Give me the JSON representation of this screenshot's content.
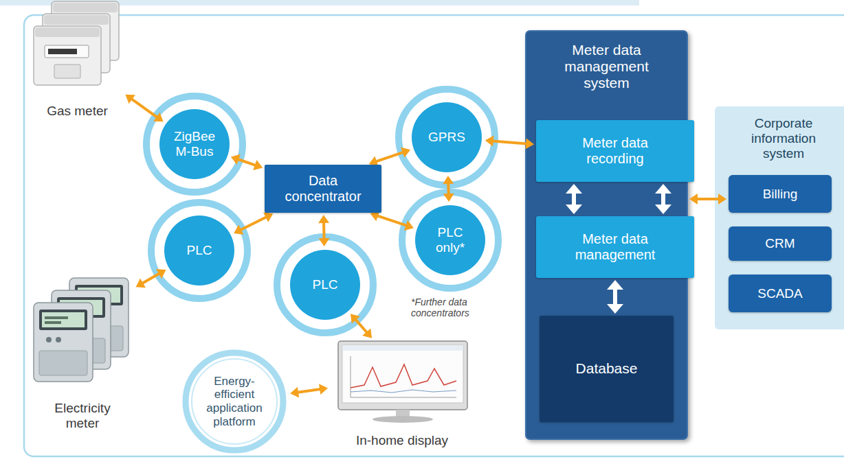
{
  "diagram": {
    "nodes": [
      {
        "text": [
          "Gas meter"
        ]
      },
      {
        "text": [
          "ZigBee M-Bus"
        ]
      },
      {
        "text": [
          "GPRS"
        ]
      },
      {
        "text": [
          "Meter data management system"
        ]
      },
      {
        "text": [
          "Meter data recording"
        ],
        "in": 3
      },
      {
        "text": [
          "Meter data management"
        ],
        "in": 3
      },
      {
        "text": [
          "Database"
        ],
        "in": 3
      },
      {
        "text": [
          "Corporate information system"
        ]
      },
      {
        "text": [
          "Billing"
        ],
        "in": 7
      },
      {
        "text": [
          "CRM"
        ],
        "in": 7
      },
      {
        "text": [
          "SCADA"
        ],
        "in": 7
      },
      {
        "text": [
          "Data concentrator"
        ]
      },
      {
        "text": [
          "PLC"
        ]
      },
      {
        "text": [
          "PLC"
        ]
      },
      {
        "text": [
          "PLC only*"
        ]
      },
      {
        "text": [
          "Electricity meter"
        ]
      },
      {
        "text": [
          "Energy-efficient application platform"
        ]
      },
      {
        "text": [
          "In-home display"
        ]
      }
    ],
    "edges": [
      {
        "from": 0,
        "to": 1,
        "arrow": "both"
      },
      {
        "from": 1,
        "to": 11,
        "arrow": "both"
      },
      {
        "from": 11,
        "to": 2,
        "arrow": "both"
      },
      {
        "from": 11,
        "to": 12,
        "arrow": "both"
      },
      {
        "from": 11,
        "to": 13,
        "arrow": "both"
      },
      {
        "from": 11,
        "to": 14,
        "arrow": "both"
      },
      {
        "from": 2,
        "to": 14,
        "arrow": "both"
      },
      {
        "from": 2,
        "to": 4,
        "arrow": "both"
      },
      {
        "from": 4,
        "to": 5,
        "arrow": "both"
      },
      {
        "from": 4,
        "to": 5,
        "arrow": "both"
      },
      {
        "from": 5,
        "to": 6,
        "arrow": "both"
      },
      {
        "from": 3,
        "to": 8,
        "arrow": "both"
      },
      {
        "from": 12,
        "to": 15,
        "arrow": "both"
      },
      {
        "from": 13,
        "to": 17,
        "arrow": "both"
      },
      {
        "from": 16,
        "to": 17,
        "arrow": "both"
      }
    ],
    "labels": [
      "*Further data concentrators"
    ]
  }
}
